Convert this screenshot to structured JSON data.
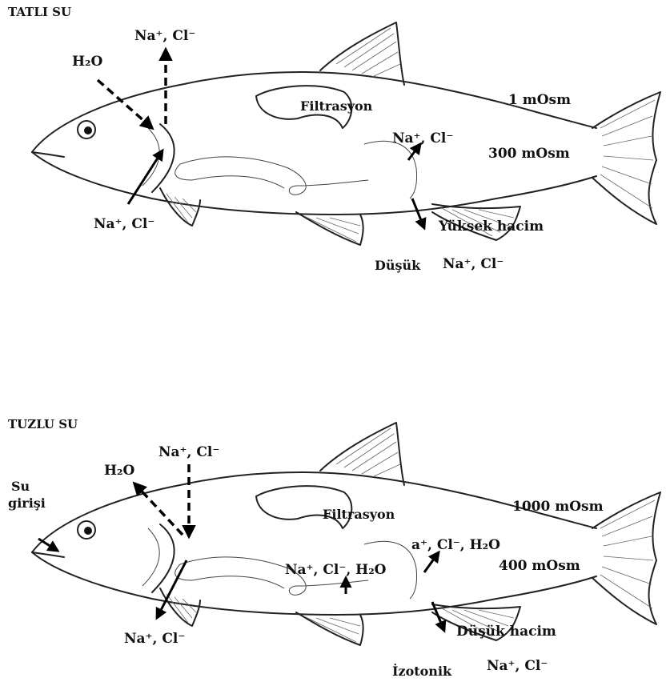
{
  "top": {
    "title": "TATLI SU",
    "ion_out": "Na⁺, Cl⁻",
    "water_in": "H₂O",
    "filtration": "Filtrasyon",
    "outside_osm": "1 mOsm",
    "inside_osm": "300 mOsm",
    "reabsorb": "Na⁺, Cl⁻",
    "gill_uptake": "Na⁺, Cl⁻",
    "urine_volume": "Yüksek hacim",
    "urine_low": "Düşük",
    "urine_ions": "Na⁺, Cl⁻"
  },
  "bottom": {
    "title": "TUZLU SU",
    "water_intake_1": "Su",
    "water_intake_2": "girişi",
    "water_out": "H₂O",
    "ion_in": "Na⁺, Cl⁻",
    "filtration": "Filtrasyon",
    "outside_osm": "1000 mOsm",
    "inside_osm": "400 mOsm",
    "kidney_reabsorb": "a⁺, Cl⁻, H₂O",
    "gut_absorb": "Na⁺, Cl⁻, H₂O",
    "gill_excrete": "Na⁺, Cl⁻",
    "urine_volume": "Düşük hacim",
    "urine_iso": "İzotonik",
    "urine_ions": "Na⁺, Cl⁻"
  }
}
